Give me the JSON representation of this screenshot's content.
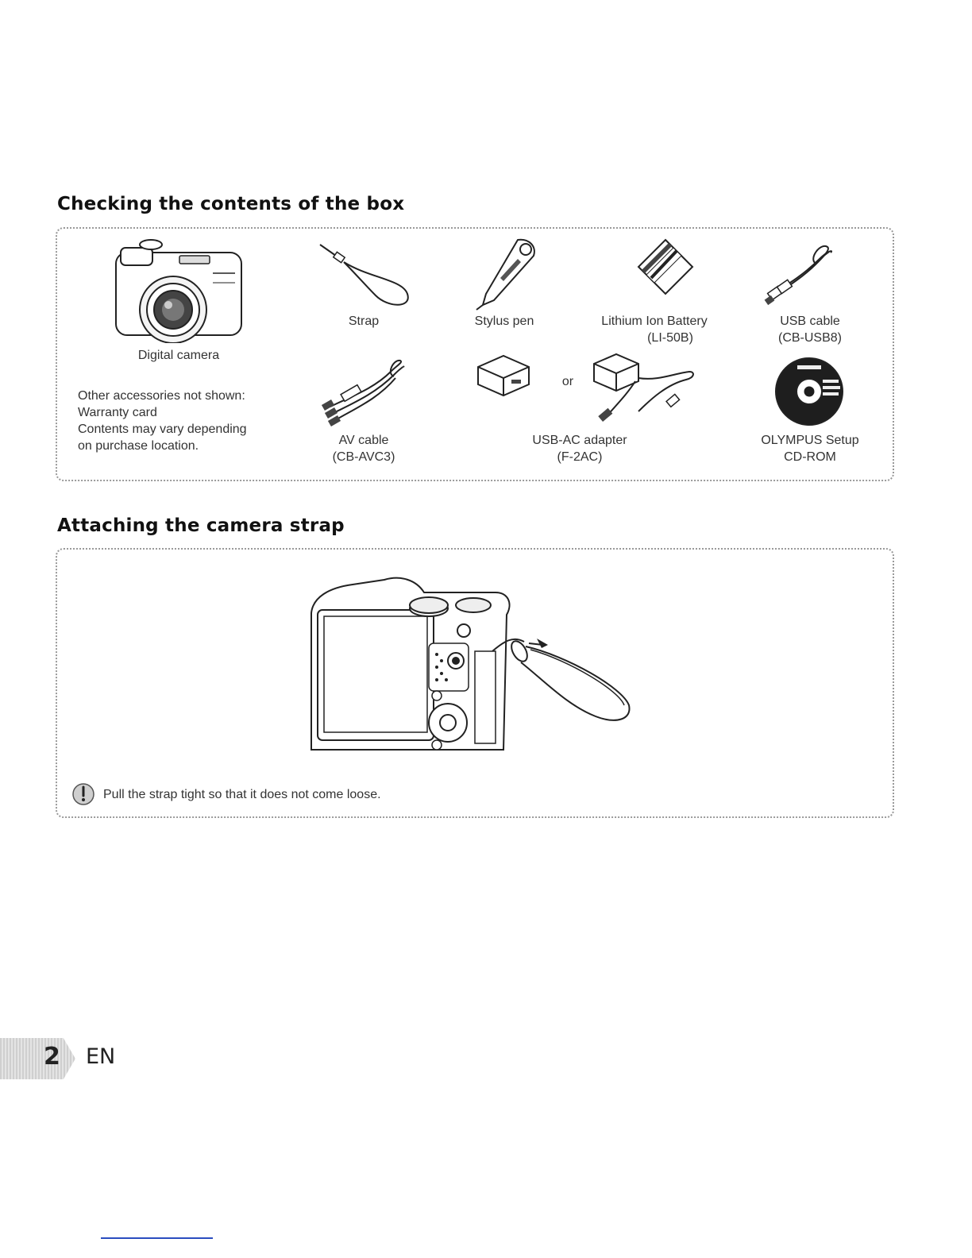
{
  "contents_section": {
    "title": "Checking the contents of the box",
    "items": {
      "camera": {
        "name": "Digital camera"
      },
      "strap": {
        "name": "Strap"
      },
      "stylus": {
        "name": "Stylus pen"
      },
      "battery": {
        "name": "Lithium Ion Battery",
        "model": "(LI-50B)"
      },
      "usb_cable": {
        "name": "USB cable",
        "model": "(CB-USB8)"
      },
      "av_cable": {
        "name": "AV cable",
        "model": "(CB-AVC3)"
      },
      "adapter": {
        "name": "USB-AC adapter",
        "model": "(F-2AC)",
        "or": "or"
      },
      "cdrom": {
        "name": "OLYMPUS Setup",
        "model": "CD-ROM"
      }
    },
    "other_accessories": {
      "line1": "Other accessories not shown:",
      "line2": "Warranty card",
      "line3": "Contents may vary depending",
      "line4": "on purchase location."
    }
  },
  "strap_section": {
    "title": "Attaching the camera strap",
    "caution_icon": "caution-icon",
    "note": "Pull the strap tight so that it does not come loose."
  },
  "footer": {
    "page_number": "2",
    "language": "EN"
  }
}
